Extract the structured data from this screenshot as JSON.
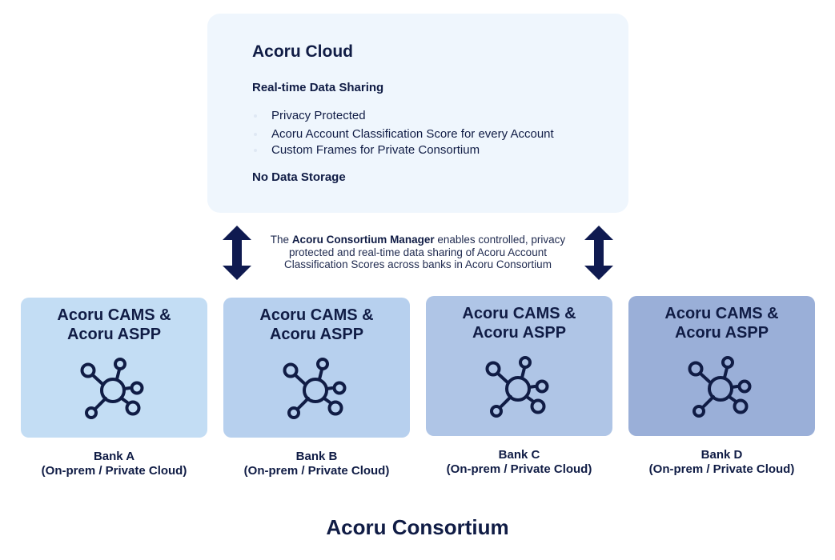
{
  "cloud": {
    "title": "Acoru Cloud",
    "subtitle": "Real-time Data Sharing",
    "features": [
      "Privacy Protected",
      "Acoru Account Classification Score for every Account",
      "Custom Frames for Private Consortium"
    ],
    "footer": "No Data Storage"
  },
  "manager_text": {
    "prefix": "The ",
    "bold": "Acoru Consortium Manager",
    "suffix": " enables controlled, privacy protected and real-time data sharing of Acoru Account Classification Scores across banks in Acoru Consortium"
  },
  "banks": [
    {
      "title_line1": "Acoru CAMS &",
      "title_line2": "Acoru ASPP",
      "icon": "network-hub-icon",
      "name": "Bank A",
      "deployment": "(On-prem / Private Cloud)",
      "color": "#c3ddf4"
    },
    {
      "title_line1": "Acoru CAMS &",
      "title_line2": "Acoru ASPP",
      "icon": "network-hub-icon",
      "name": "Bank B",
      "deployment": "(On-prem / Private Cloud)",
      "color": "#b7d0ee"
    },
    {
      "title_line1": "Acoru CAMS &",
      "title_line2": "Acoru ASPP",
      "icon": "network-hub-icon",
      "name": "Bank C",
      "deployment": "(On-prem / Private Cloud)",
      "color": "#afc5e6"
    },
    {
      "title_line1": "Acoru CAMS &",
      "title_line2": "Acoru ASPP",
      "icon": "network-hub-icon",
      "name": "Bank D",
      "deployment": "(On-prem / Private Cloud)",
      "color": "#9aafd8"
    }
  ],
  "consortium_title": "Acoru Consortium",
  "colors": {
    "text": "#101c45",
    "cloud_bg": "#eff6fd",
    "arrow": "#0f1a50"
  }
}
